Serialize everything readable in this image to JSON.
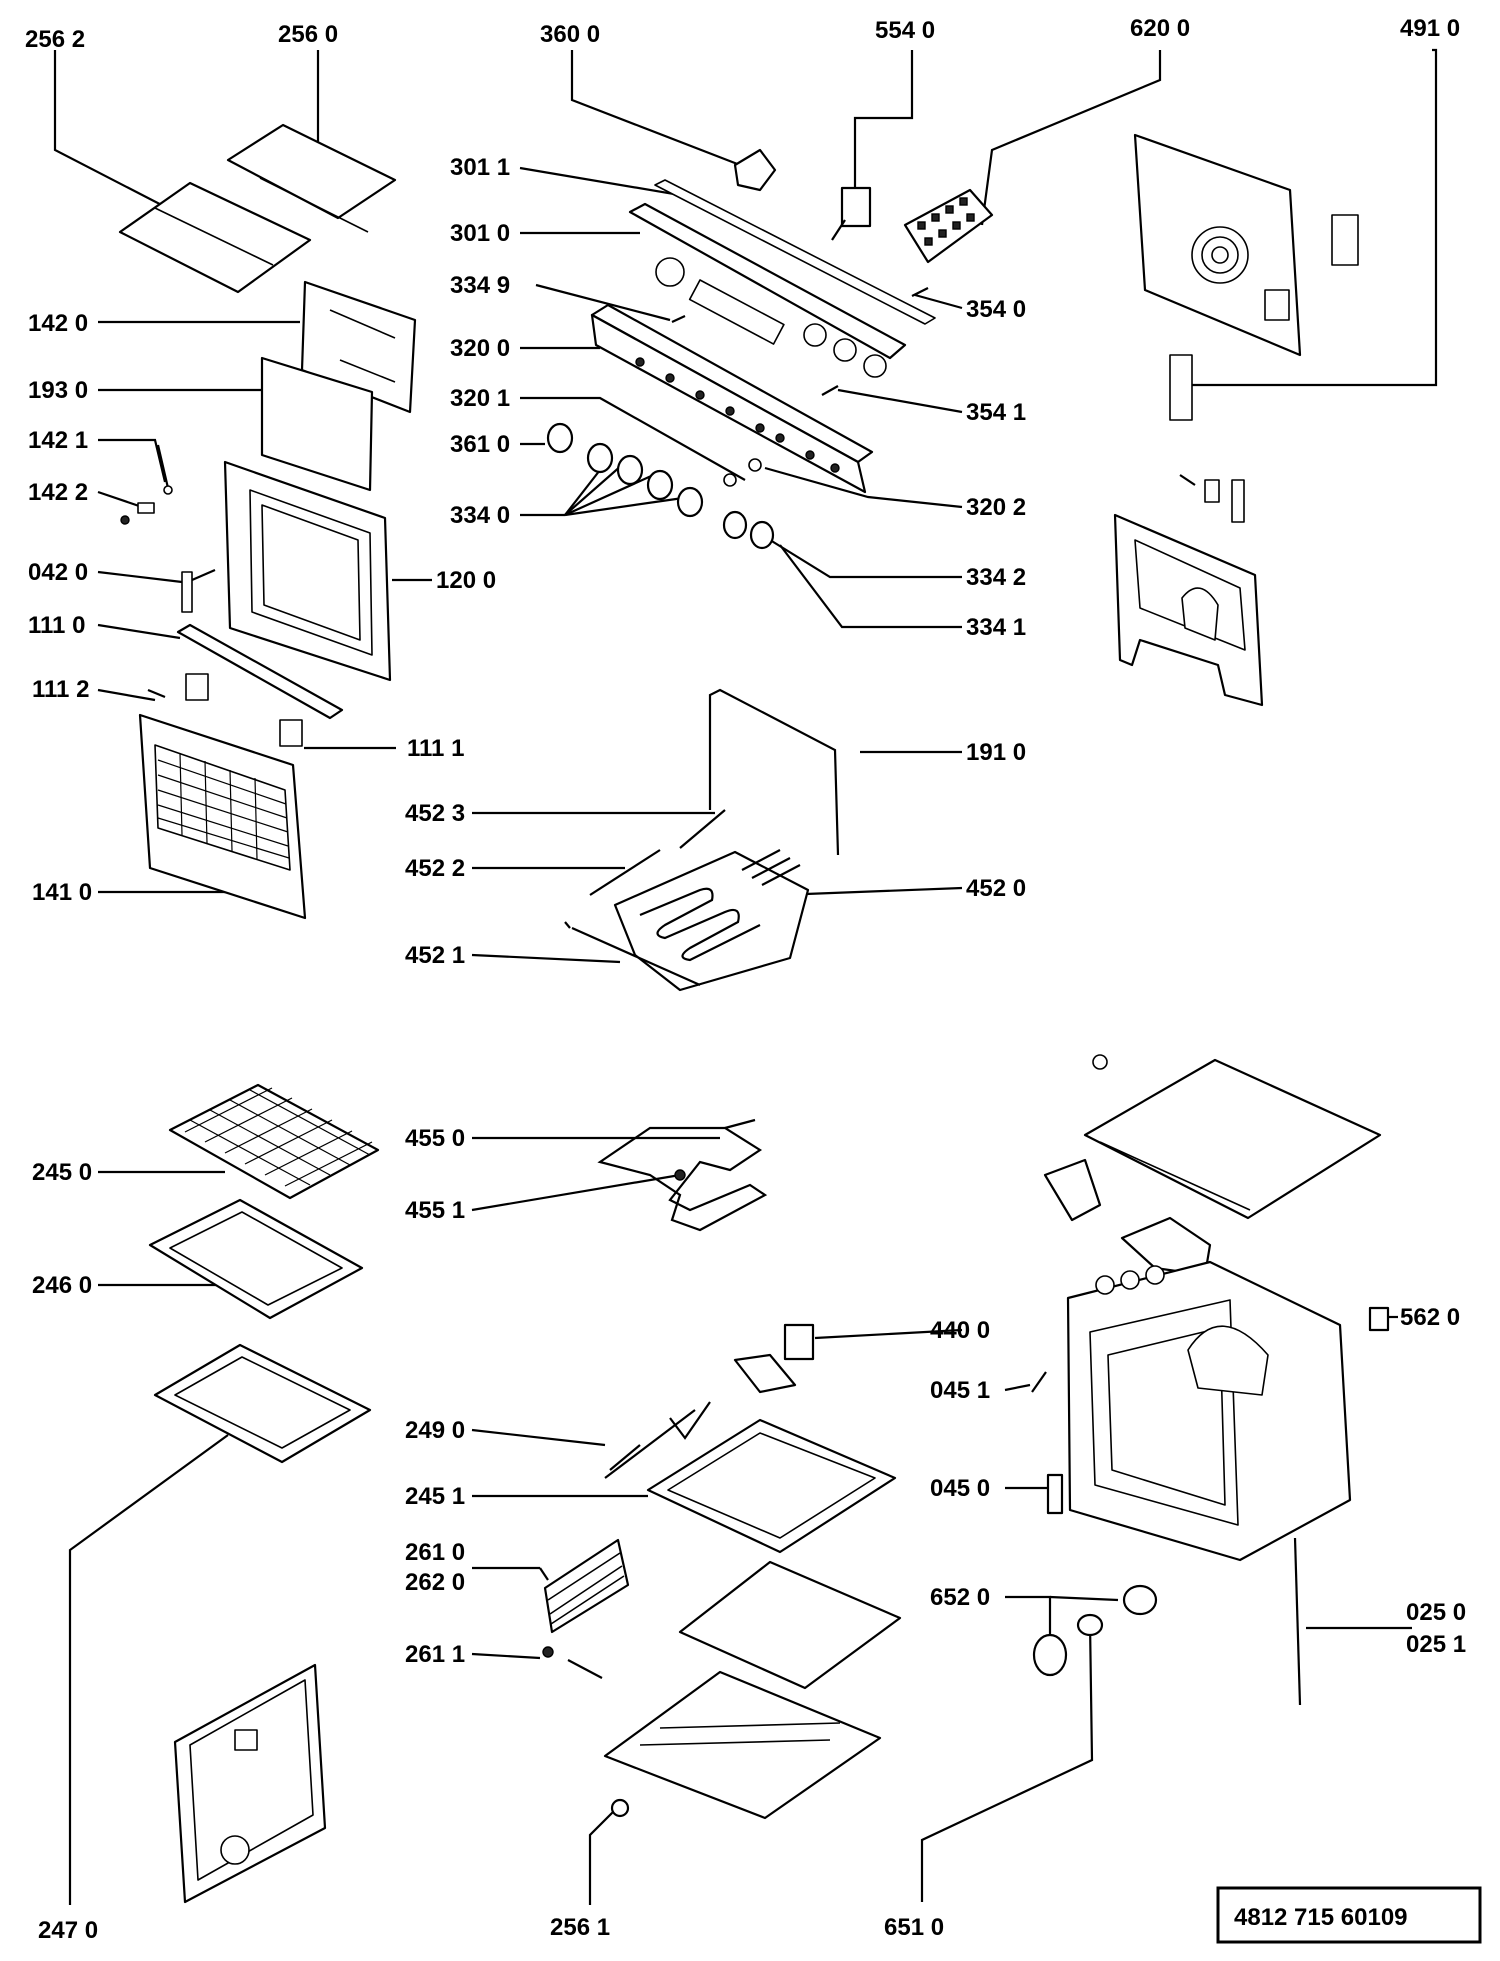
{
  "labels": [
    "256 2",
    "256 0",
    "360 0",
    "554 0",
    "620 0",
    "491 0",
    "301 1",
    "301 0",
    "334 9",
    "320 0",
    "320 1",
    "361 0",
    "334 0",
    "354 0",
    "354 1",
    "320 2",
    "334 2",
    "334 1",
    "142 0",
    "193 0",
    "142 1",
    "142 2",
    "042 0",
    "120 0",
    "111 0",
    "111 2",
    "111 1",
    "141 0",
    "191 0",
    "452 3",
    "452 2",
    "452 0",
    "452 1",
    "455 0",
    "455 1",
    "245 0",
    "246 0",
    "247 0",
    "440 0",
    "249 0",
    "245 1",
    "261 0",
    "262 0",
    "261 1",
    "256 1",
    "562 0",
    "045 1",
    "045 0",
    "652 0",
    "025 0",
    "025 1",
    "651 0"
  ],
  "code_box": "4812  715   60109"
}
